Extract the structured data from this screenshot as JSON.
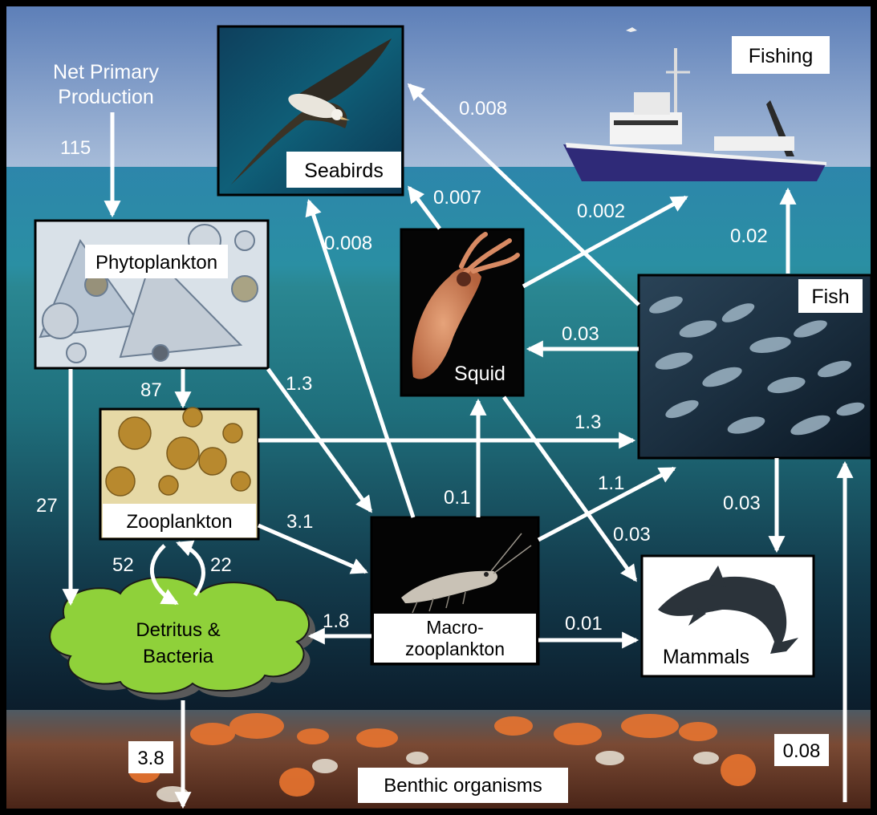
{
  "title": "",
  "source": {
    "label_line1": "Net Primary",
    "label_line2": "Production"
  },
  "nodes": {
    "seabirds": "Seabirds",
    "fishing": "Fishing",
    "phytoplankton": "Phytoplankton",
    "squid": "Squid",
    "fish": "Fish",
    "zooplankton": "Zooplankton",
    "macro_line1": "Macro-",
    "macro_line2": "zooplankton",
    "mammals": "Mammals",
    "detritus_line1": "Detritus &",
    "detritus_line2": "Bacteria",
    "benthic": "Benthic organisms"
  },
  "flows": [
    {
      "from": "Net Primary Production",
      "to": "Phytoplankton",
      "value": "115"
    },
    {
      "from": "Phytoplankton",
      "to": "Zooplankton",
      "value": "87"
    },
    {
      "from": "Phytoplankton",
      "to": "Detritus & Bacteria",
      "value": "27"
    },
    {
      "from": "Phytoplankton",
      "to": "Macro-zooplankton",
      "value": "1.3"
    },
    {
      "from": "Zooplankton",
      "to": "Fish",
      "value": "1.3"
    },
    {
      "from": "Zooplankton",
      "to": "Macro-zooplankton",
      "value": "3.1"
    },
    {
      "from": "Zooplankton",
      "to": "Detritus & Bacteria",
      "value": "52"
    },
    {
      "from": "Detritus & Bacteria",
      "to": "Zooplankton",
      "value": "22"
    },
    {
      "from": "Macro-zooplankton",
      "to": "Detritus & Bacteria",
      "value": "1.8"
    },
    {
      "from": "Macro-zooplankton",
      "to": "Mammals",
      "value": "0.01"
    },
    {
      "from": "Macro-zooplankton",
      "to": "Fish",
      "value": "1.1"
    },
    {
      "from": "Macro-zooplankton",
      "to": "Squid",
      "value": "0.1"
    },
    {
      "from": "Macro-zooplankton",
      "to": "Seabirds",
      "value": "0.008"
    },
    {
      "from": "Squid",
      "to": "Seabirds",
      "value": "0.007"
    },
    {
      "from": "Squid",
      "to": "Fishing",
      "value": "0.002"
    },
    {
      "from": "Squid",
      "to": "Mammals",
      "value": "0.03"
    },
    {
      "from": "Fish",
      "to": "Seabirds",
      "value": "0.008"
    },
    {
      "from": "Fish",
      "to": "Squid",
      "value": "0.03"
    },
    {
      "from": "Fish",
      "to": "Fishing",
      "value": "0.02"
    },
    {
      "from": "Fish",
      "to": "Mammals",
      "value": "0.03"
    },
    {
      "from": "Detritus & Bacteria",
      "to": "Benthic organisms",
      "value": "3.8"
    },
    {
      "from": "Benthic organisms",
      "to": "Fish",
      "value": "0.08"
    }
  ],
  "colors": {
    "sky": "#6a8bbf",
    "surface_water": "#2f7fa6",
    "mid_water": "#237a84",
    "deep_water": "#0e2333",
    "seafloor": "#6b3b2a",
    "detritus_cloud": "#8fd13a",
    "arrow": "#ffffff",
    "label_box": "#ffffff"
  }
}
